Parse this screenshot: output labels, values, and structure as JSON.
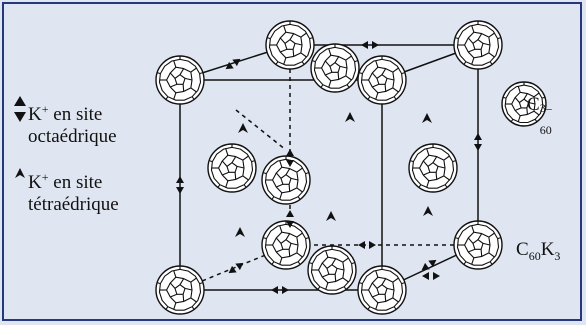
{
  "legend": {
    "octa_line1": "K",
    "octa_sup": "+",
    "octa_line1_rest": " en site",
    "octa_line2": "octaédrique",
    "tetra_line1": "K",
    "tetra_sup": "+",
    "tetra_line1_rest": " en site",
    "tetra_line2": "tétraédrique"
  },
  "labels": {
    "c60_base": "C",
    "c60_sub": "60",
    "c60_sup": "3–",
    "compound_c": "C",
    "compound_sub": "60",
    "compound_k": "K",
    "compound_k_sub": "3"
  },
  "colors": {
    "background": "#dfe6f1",
    "border": "#26387c",
    "ink": "#111111"
  }
}
